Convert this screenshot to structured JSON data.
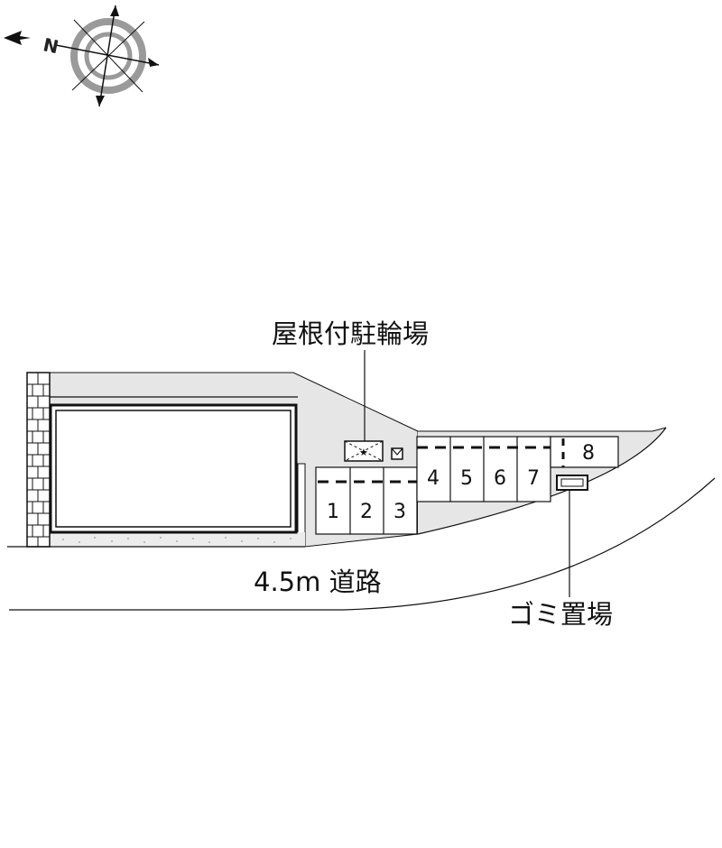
{
  "labels": {
    "bike_parking": "屋根付駐輪場",
    "road": "4.5m 道路",
    "garbage": "ゴミ置場",
    "north": "N"
  },
  "parking": {
    "spaces": [
      "1",
      "2",
      "3",
      "4",
      "5",
      "6",
      "7",
      "8"
    ]
  },
  "colors": {
    "lot_fill": "#e6e6e6",
    "building_fill": "#ffffff",
    "line": "#111111",
    "compass_ring": "#9a9a9a"
  },
  "icons": {
    "compass": "compass-rose-icon",
    "bike_shelter": "bike-shelter-icon",
    "mailbox": "mailbox-icon",
    "garbage": "garbage-station-icon"
  }
}
